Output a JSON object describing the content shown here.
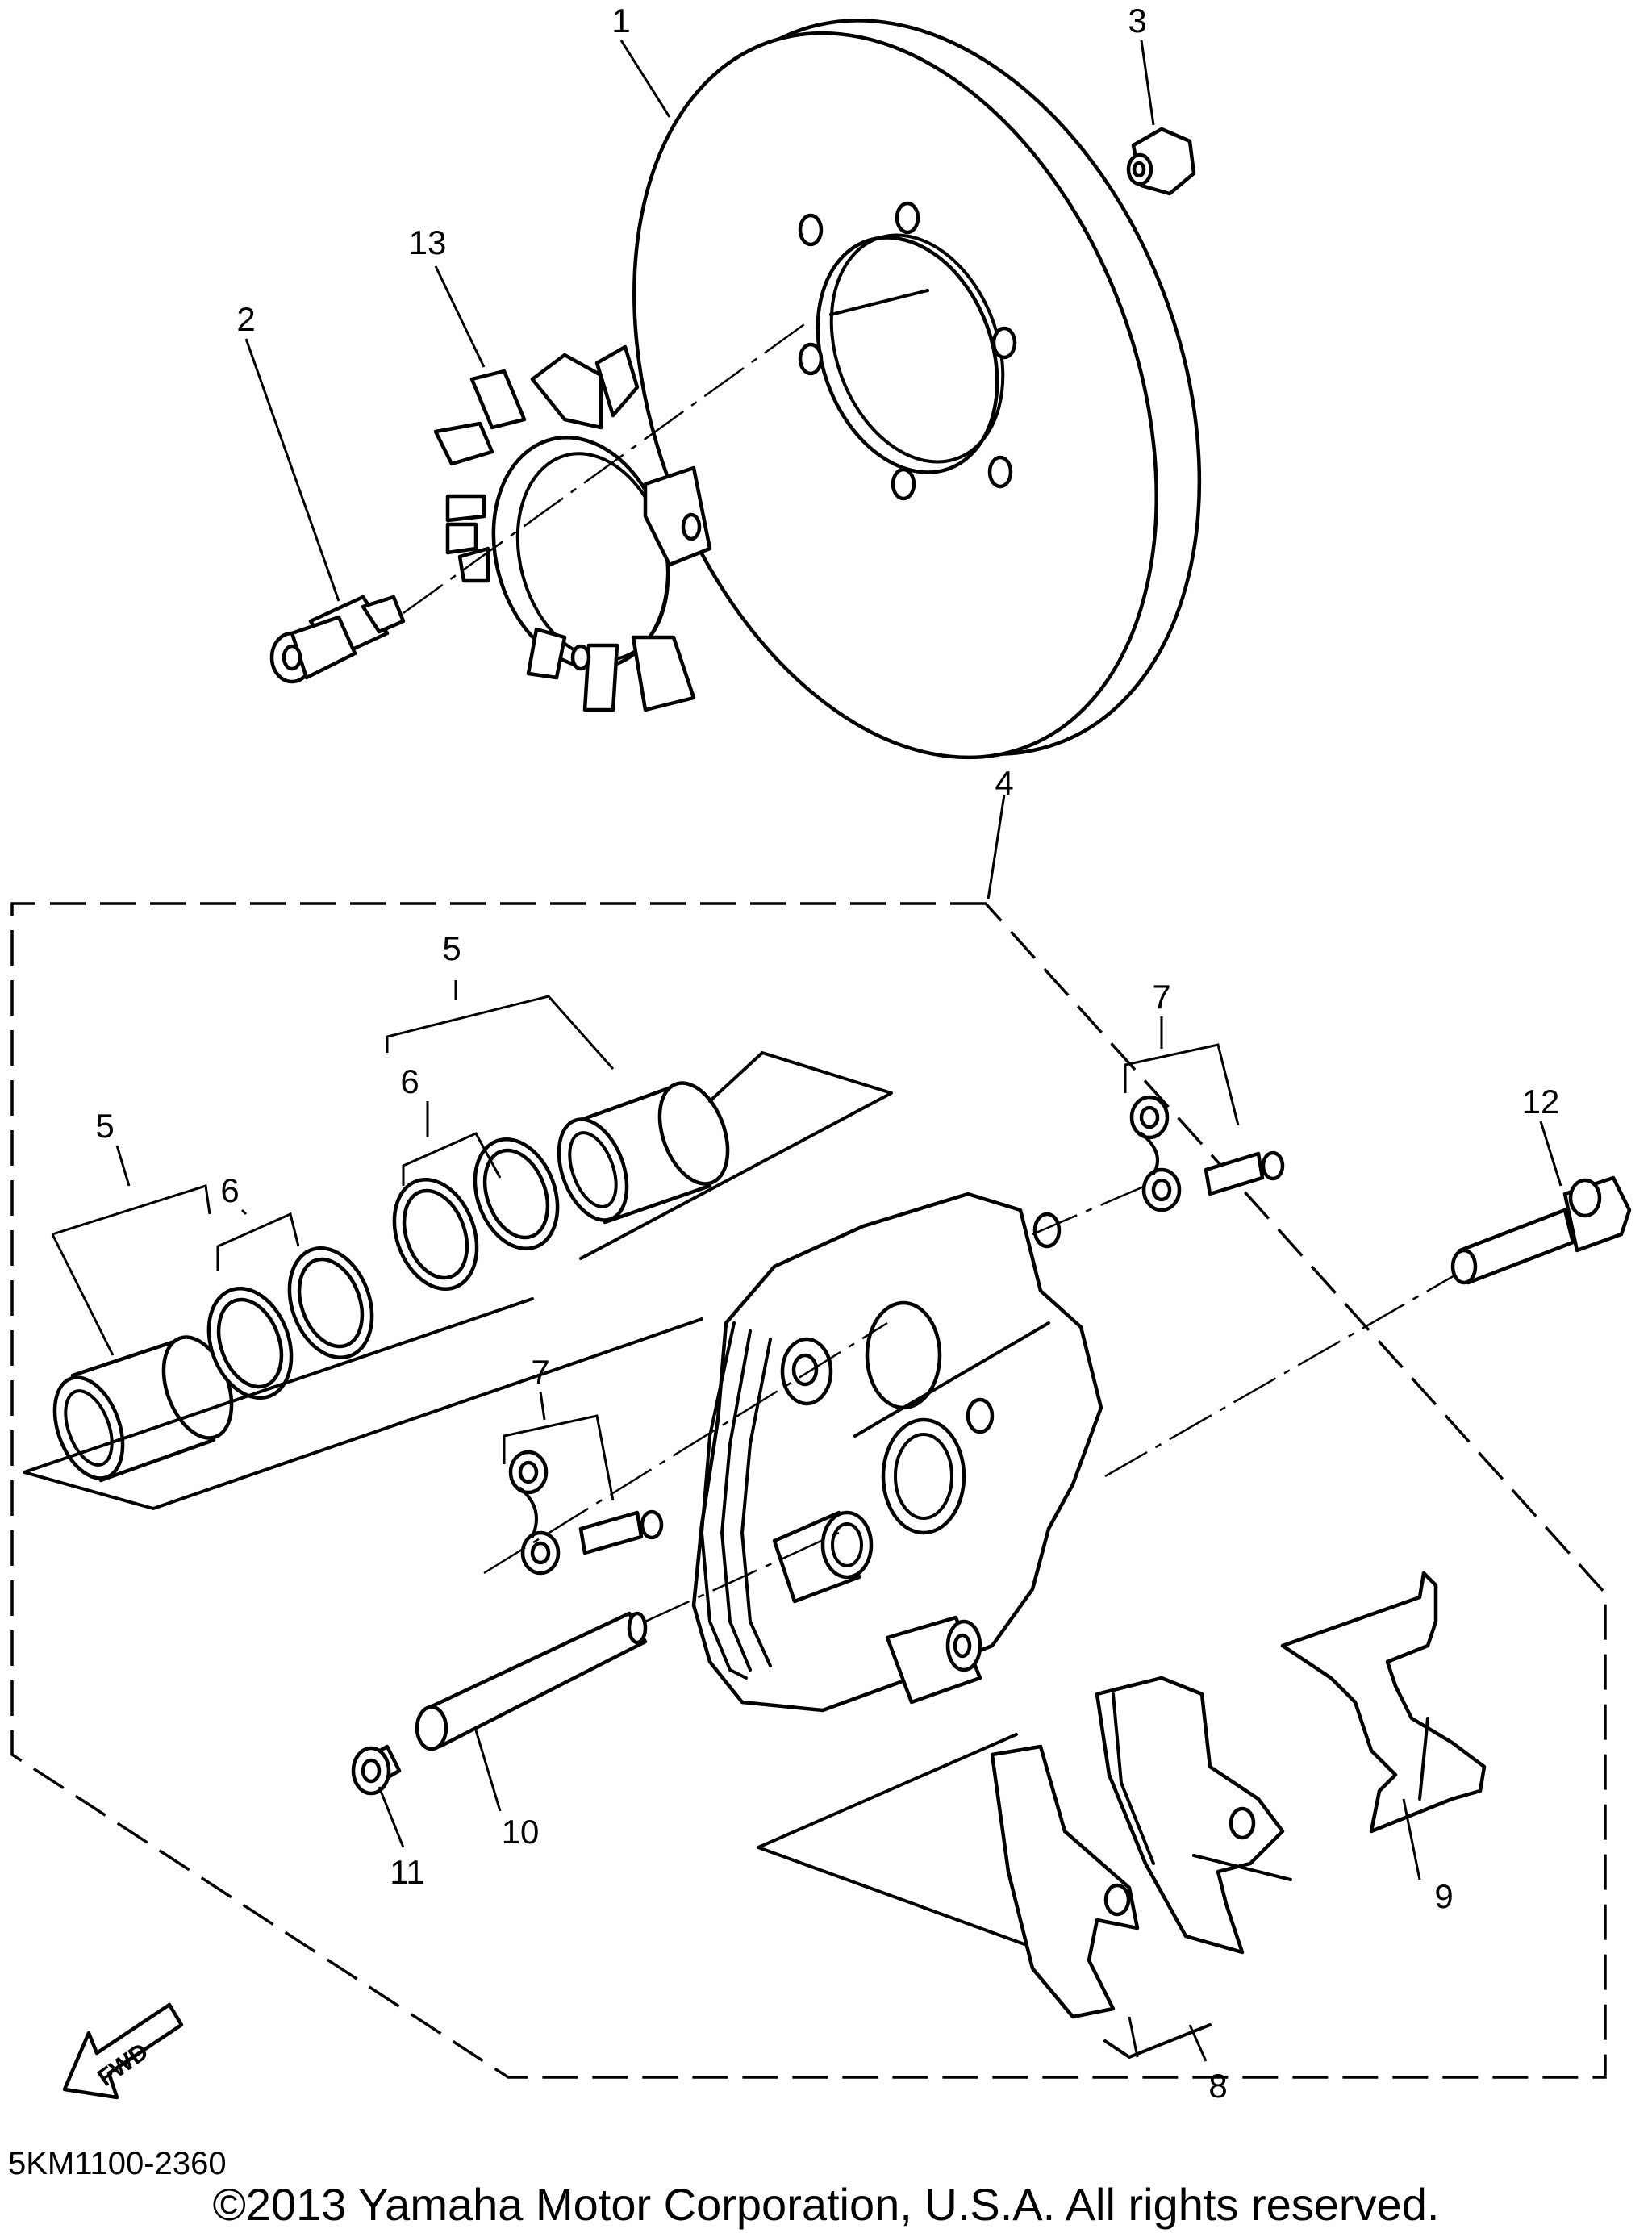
{
  "callouts": {
    "c1": "1",
    "c2": "2",
    "c3": "3",
    "c4": "4",
    "c5a": "5",
    "c5b": "5",
    "c6a": "6",
    "c6b": "6",
    "c7a": "7",
    "c7b": "7",
    "c8": "8",
    "c9": "9",
    "c10": "10",
    "c11": "11",
    "c12": "12",
    "c13": "13"
  },
  "fwd_label": "FWD",
  "diagram_code": "5KM1100-2360",
  "copyright": "©2013 Yamaha Motor Corporation, U.S.A. All rights reserved."
}
